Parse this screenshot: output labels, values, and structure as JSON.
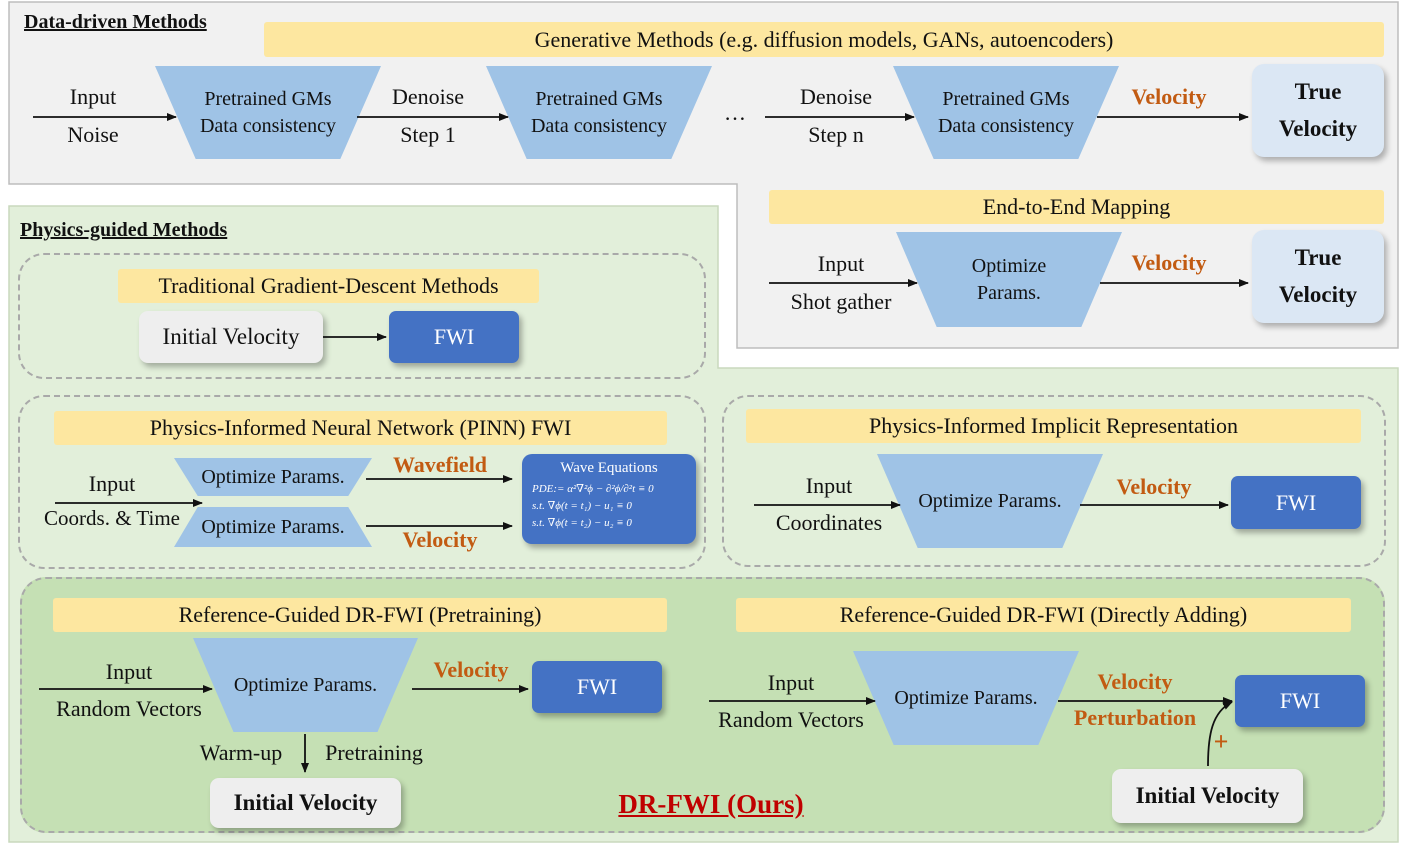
{
  "data_driven": {
    "title": "Data-driven Methods",
    "generative": {
      "banner": "Generative Methods (e.g. diffusion models, GANs, autoencoders)",
      "input_top": "Input",
      "input_bottom": "Noise",
      "gm_line1": "Pretrained GMs",
      "gm_line2": "Data consistency",
      "denoise": "Denoise",
      "step1": "Step 1",
      "ellipsis": "…",
      "stepn": "Step n",
      "velocity": "Velocity",
      "true_line1": "True",
      "true_line2": "Velocity"
    },
    "e2e": {
      "banner": "End-to-End Mapping",
      "input_top": "Input",
      "input_bottom": "Shot gather",
      "block_line1": "Optimize",
      "block_line2": "Params.",
      "velocity": "Velocity",
      "true_line1": "True",
      "true_line2": "Velocity"
    }
  },
  "physics_guided": {
    "title": "Physics-guided Methods",
    "traditional": {
      "banner": "Traditional Gradient-Descent Methods",
      "initial": "Initial Velocity",
      "fwi": "FWI"
    },
    "pinn": {
      "banner": "Physics-Informed Neural Network (PINN) FWI",
      "input_top": "Input",
      "input_bottom": "Coords. & Time",
      "block_top": "Optimize Params.",
      "block_bottom": "Optimize Params.",
      "wavefield": "Wavefield",
      "velocity": "Velocity",
      "wave_title": "Wave Equations",
      "eq1": "PDE:= α²∇²ϕ − ∂²ϕ/∂²t ≡ 0",
      "eq2": "s.t. ∇ϕ(t = t₁) − u₁ ≡ 0",
      "eq3": "s.t. ∇ϕ(t = t₂) − u₂ ≡ 0"
    },
    "implicit": {
      "banner": "Physics-Informed Implicit Representation",
      "input_top": "Input",
      "input_bottom": "Coordinates",
      "block": "Optimize Params.",
      "velocity": "Velocity",
      "fwi": "FWI"
    },
    "pretraining": {
      "banner": "Reference-Guided DR-FWI (Pretraining)",
      "input_top": "Input",
      "input_bottom": "Random Vectors",
      "block": "Optimize Params.",
      "velocity": "Velocity",
      "fwi": "FWI",
      "warmup": "Warm-up",
      "pretrain": "Pretraining",
      "initial": "Initial Velocity"
    },
    "adding": {
      "banner": "Reference-Guided DR-FWI (Directly Adding)",
      "input_top": "Input",
      "input_bottom": "Random Vectors",
      "block": "Optimize Params.",
      "velocity": "Velocity",
      "perturbation": "Perturbation",
      "fwi": "FWI",
      "plus": "+",
      "initial": "Initial Velocity"
    },
    "ours": "DR-FWI (Ours)"
  },
  "colors": {
    "gray_bg": "#f1f1f1",
    "green_bg": "#e2efda",
    "green_inner": "#c5e0b4",
    "banner": "#fde7a0",
    "block": "#9fc3e6",
    "fwi": "#4472c4",
    "accent_orange": "#c25b12",
    "ours_red": "#c00000"
  }
}
